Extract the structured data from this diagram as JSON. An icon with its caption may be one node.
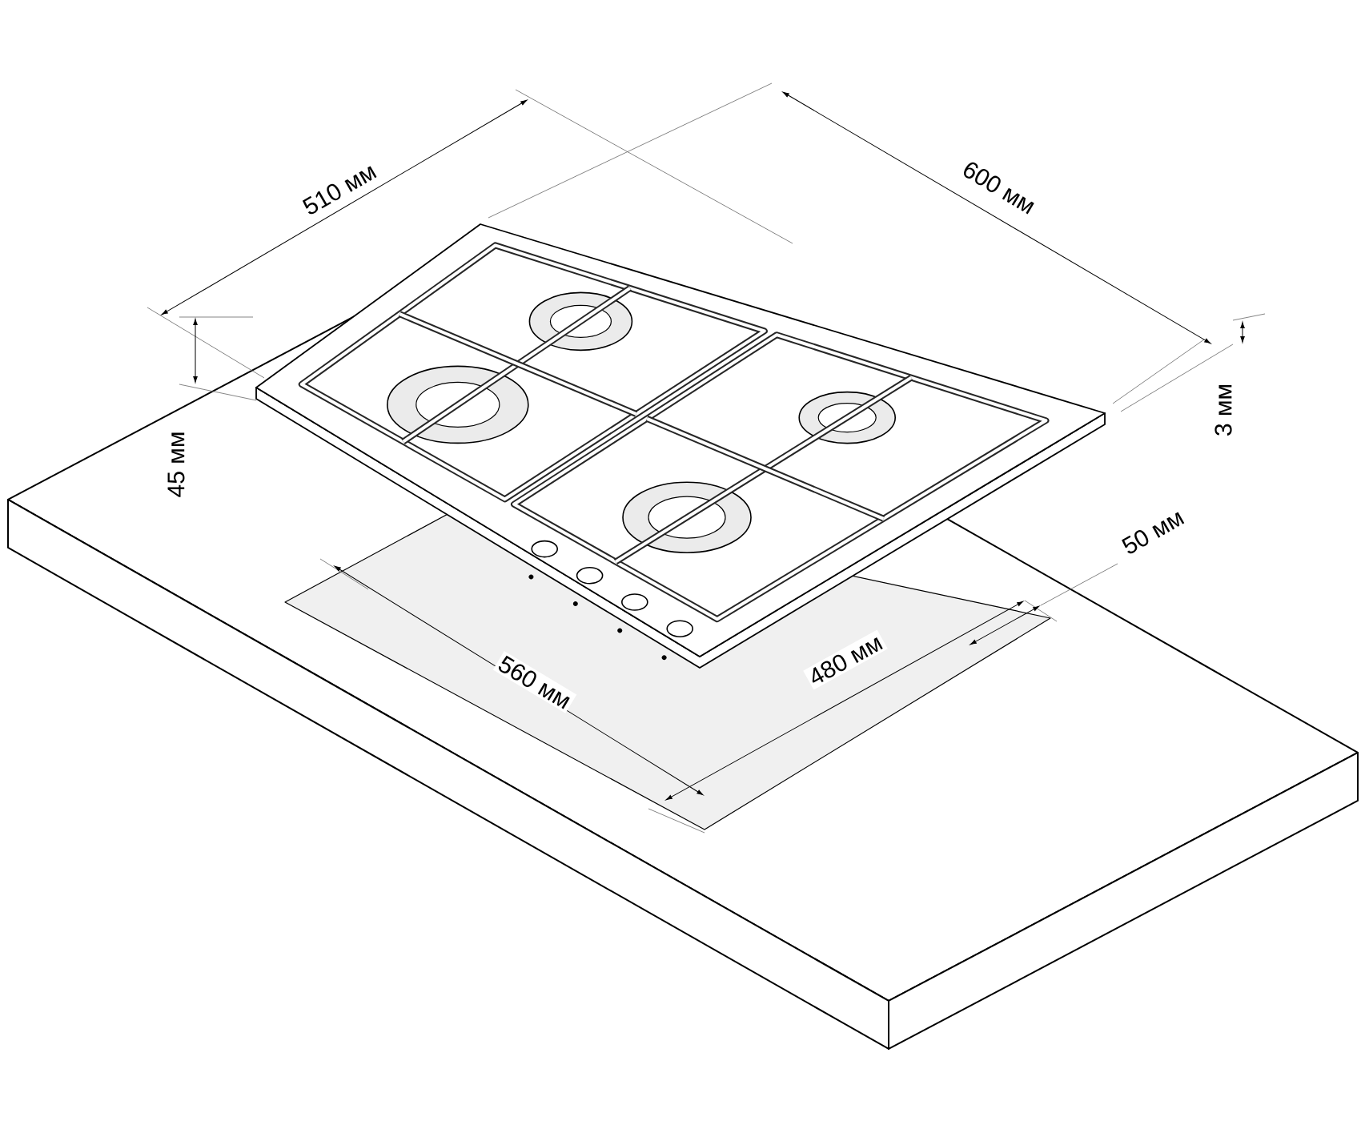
{
  "diagram": {
    "labels": [
      "510 мм",
      "600 мм",
      "45 мм",
      "3 мм",
      "50 мм",
      "480 мм",
      "560 мм"
    ]
  }
}
